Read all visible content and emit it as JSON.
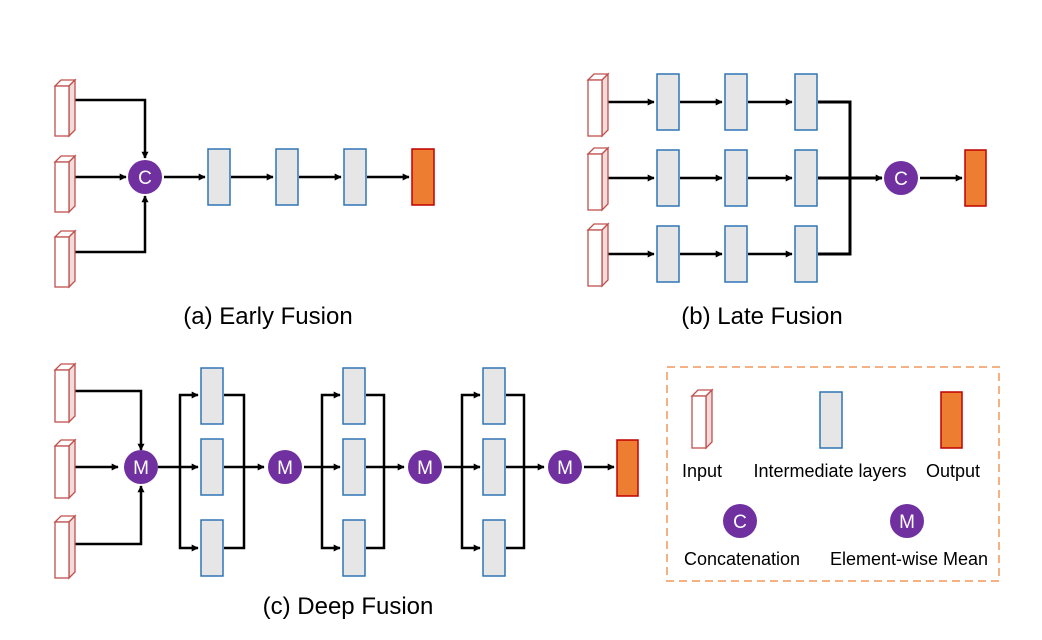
{
  "captions": {
    "early": "(a) Early Fusion",
    "late": "(b) Late Fusion",
    "deep": "(c) Deep Fusion"
  },
  "nodes": {
    "concat_symbol": "C",
    "mean_symbol": "M"
  },
  "legend": {
    "input": "Input",
    "intermediate": "Intermediate layers",
    "output": "Output",
    "concatenation": "Concatenation",
    "element_wise_mean": "Element-wise Mean"
  },
  "colors": {
    "input_stroke": "#c0504d",
    "input_fill": "#ffffff",
    "input_side": "#f2dcdb",
    "layer_stroke": "#2e75b6",
    "layer_fill": "#e7e6e6",
    "output_fill": "#ed7d31",
    "output_stroke": "#c00000",
    "fusion_node": "#7030a0",
    "legend_border": "#f4b183",
    "arrow": "#000000"
  }
}
